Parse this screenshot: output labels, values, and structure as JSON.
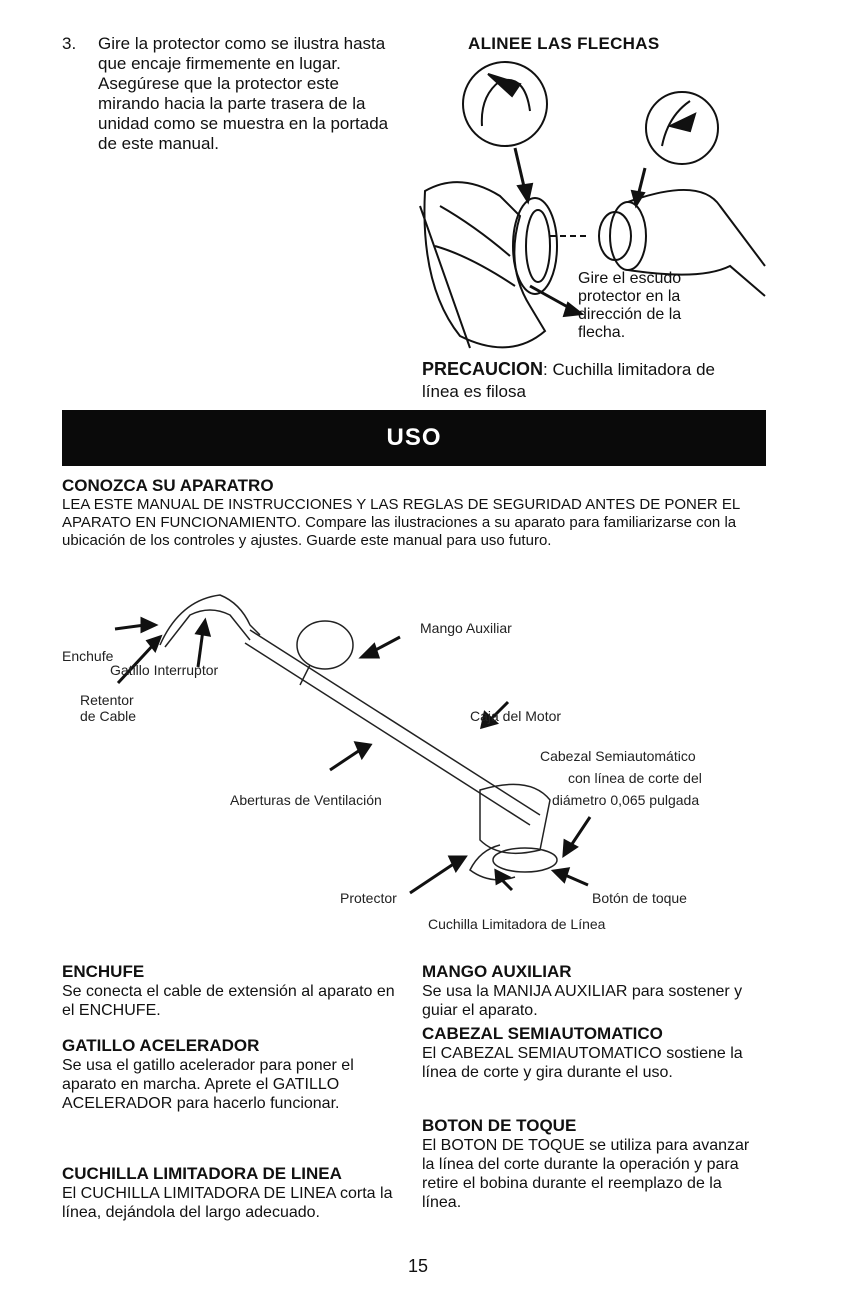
{
  "step": {
    "number": "3.",
    "text": "Gire la protector como se ilustra hasta que encaje firmemente en lugar. Asegúrese que la protector este mirando hacia la parte trasera de la unidad como se muestra en la portada de este manual."
  },
  "diagram_top": {
    "title": "ALINEE LAS FLECHAS",
    "guard_note": "Gire el escudo protector en la dirección de la flecha.",
    "caution_label": "PRECAUCION",
    "caution_text": ": Cuchilla limitadora de línea es filosa"
  },
  "banner": {
    "title": "USO"
  },
  "know": {
    "title": "CONOZCA SU APARATRO",
    "body": "LEA ESTE MANUAL DE INSTRUCCIONES Y LAS REGLAS DE SEGURIDAD ANTES DE PONER EL APARATO EN FUNCIONAMIENTO. Compare las ilustraciones a su aparato para familiarizarse con la ubicación de los controles y ajustes. Guarde este manual para uso futuro."
  },
  "diagram_labels": {
    "enchufe": "Enchufe",
    "gatillo": "Gatillo Interruptor",
    "retentor": "Retentor",
    "de_cable": "de Cable",
    "mango": "Mango Auxiliar",
    "caja": "Caja del Motor",
    "cabezal_1": "Cabezal Semiautomático",
    "cabezal_2": "con línea de corte del",
    "cabezal_3": "diámetro 0,065 pulgada",
    "aberturas": "Aberturas de Ventilación",
    "protector": "Protector",
    "boton": "Botón de toque",
    "cuchilla": "Cuchilla Limitadora de Línea"
  },
  "sections_left": [
    {
      "title": "ENCHUFE",
      "body": "Se conecta el cable de extensión al aparato en el ENCHUFE."
    },
    {
      "title": "GATILLO ACELERADOR",
      "body": "Se usa el gatillo acelerador para poner el aparato en marcha. Aprete el GATILLO ACELERADOR para hacerlo funcionar."
    },
    {
      "title": "CUCHILLA LIMITADORA DE LINEA",
      "body": "El CUCHILLA LIMITADORA DE LINEA corta la línea, dejándola del largo adecuado."
    }
  ],
  "sections_right": [
    {
      "title": "MANGO AUXILIAR",
      "body": "Se usa la MANIJA AUXILIAR para sostener y guiar el aparato."
    },
    {
      "title": "CABEZAL SEMIAUTOMATICO",
      "body": "El CABEZAL SEMIAUTOMATICO sostiene la línea de corte y gira durante el uso."
    },
    {
      "title": "BOTON DE TOQUE",
      "body": "El BOTON DE TOQUE se utiliza para avanzar la línea del corte durante la operación y para retire el bobina durante el reemplazo de la línea."
    }
  ],
  "page_number": "15"
}
